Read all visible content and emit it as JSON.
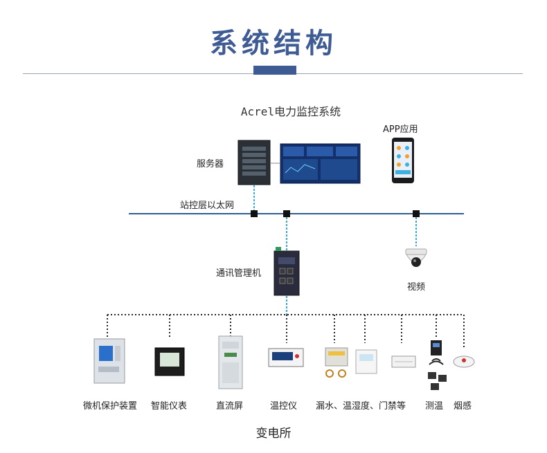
{
  "title": "系统结构",
  "system_title": "Acrel电力监控系统",
  "labels": {
    "server": "服务器",
    "app": "APP应用",
    "ethernet": "站控层以太网",
    "comm_manager": "通讯管理机",
    "video": "视频",
    "substation": "变电所"
  },
  "devices": [
    {
      "label": "微机保护装置"
    },
    {
      "label": "智能仪表"
    },
    {
      "label": "直流屏"
    },
    {
      "label": "温控仪"
    },
    {
      "label": "漏水、温湿度、门禁等"
    },
    {
      "label": "测温"
    },
    {
      "label": "烟感"
    }
  ],
  "colors": {
    "accent": "#3f5b94",
    "network_line": "#2c5f91",
    "link_dashed": "#39a9d6"
  }
}
